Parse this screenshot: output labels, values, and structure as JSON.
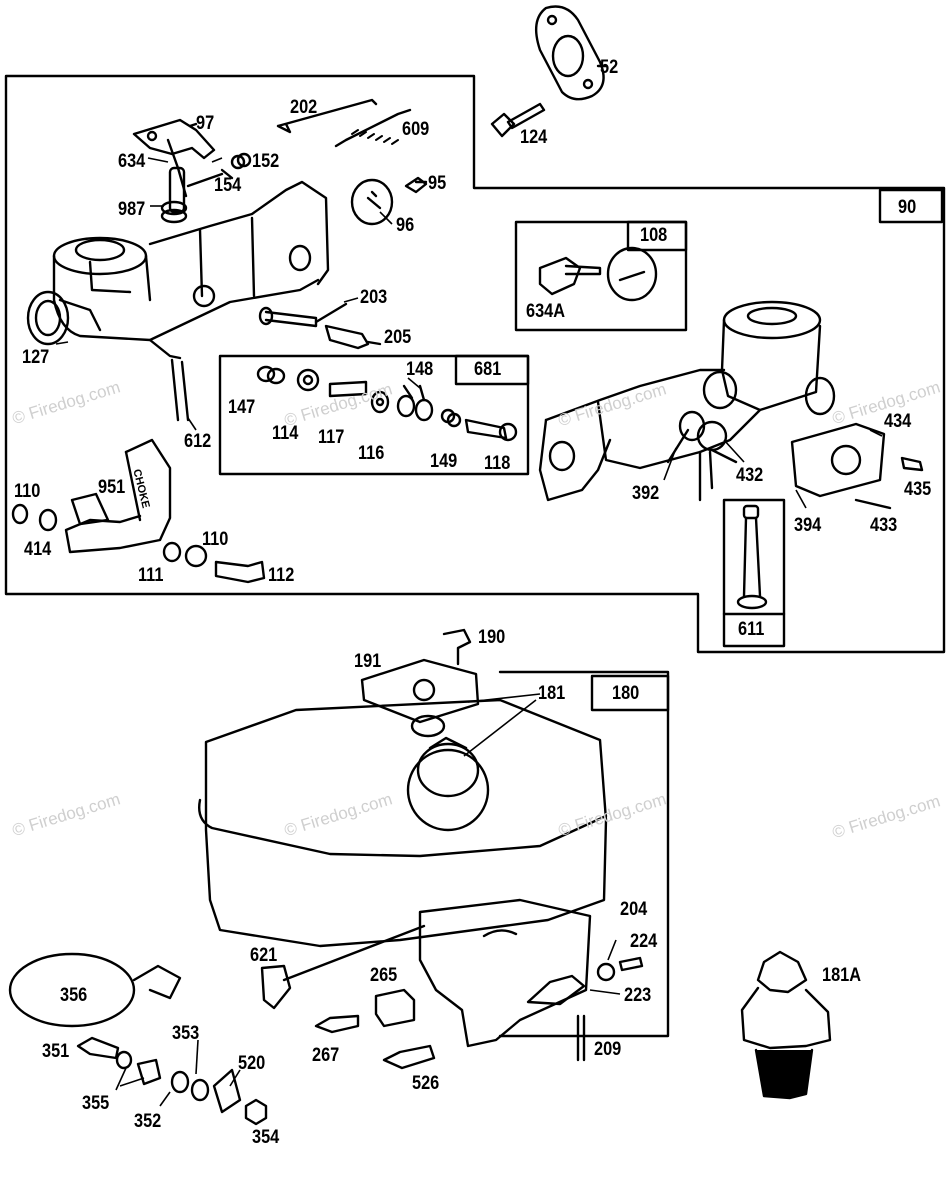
{
  "watermark": "© Firedog.com",
  "parts": {
    "p52": "52",
    "p124": "124",
    "p97": "97",
    "p202": "202",
    "p609": "609",
    "p634": "634",
    "p152": "152",
    "p154": "154",
    "p95": "95",
    "p96": "96",
    "p987": "987",
    "p203": "203",
    "p205": "205",
    "p127": "127",
    "p612": "612",
    "p147": "147",
    "p114": "114",
    "p117": "117",
    "p116": "116",
    "p148": "148",
    "p149": "149",
    "p118": "118",
    "p110a": "110",
    "p951": "951",
    "p414": "414",
    "p110b": "110",
    "p111": "111",
    "p112": "112",
    "p634A": "634A",
    "p392": "392",
    "p432": "432",
    "p434": "434",
    "p435": "435",
    "p394": "394",
    "p433": "433",
    "p190": "190",
    "p191": "191",
    "p181": "181",
    "p204": "204",
    "p224": "224",
    "p223": "223",
    "p209": "209",
    "p621": "621",
    "p265": "265",
    "p267": "267",
    "p526": "526",
    "p356": "356",
    "p351": "351",
    "p353": "353",
    "p520": "520",
    "p355": "355",
    "p352": "352",
    "p354": "354",
    "p181A": "181A"
  },
  "boxes": {
    "b90": "90",
    "b108": "108",
    "b681": "681",
    "b611": "611",
    "b180": "180"
  },
  "choke_text": "CHOKE"
}
